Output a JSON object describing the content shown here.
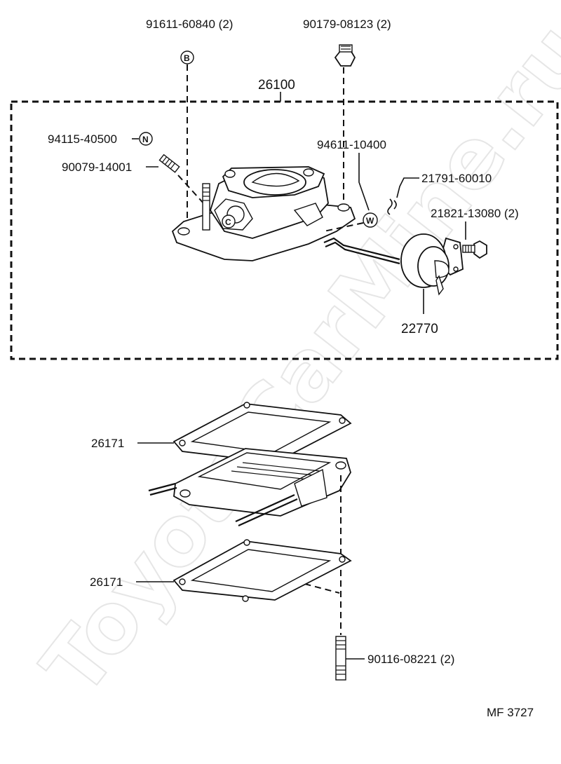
{
  "watermark": "ToyotaCarMine.ru",
  "diagram_code": "MF 3727",
  "parts": {
    "assembly": "26100",
    "bolt_b": "91611-60840 (2)",
    "nut_top": "90179-08123 (2)",
    "part_n": "94115-40500",
    "stud_left": "90079-14001",
    "washer_w": "94611-10400",
    "hose": "21791-60010",
    "screw": "21821-13080 (2)",
    "actuator": "22770",
    "gasket_upper": "26171",
    "gasket_lower": "26171",
    "stud_bottom": "90116-08221 (2)"
  },
  "markers": {
    "b": "B",
    "n": "N",
    "w": "W",
    "c": "C"
  }
}
